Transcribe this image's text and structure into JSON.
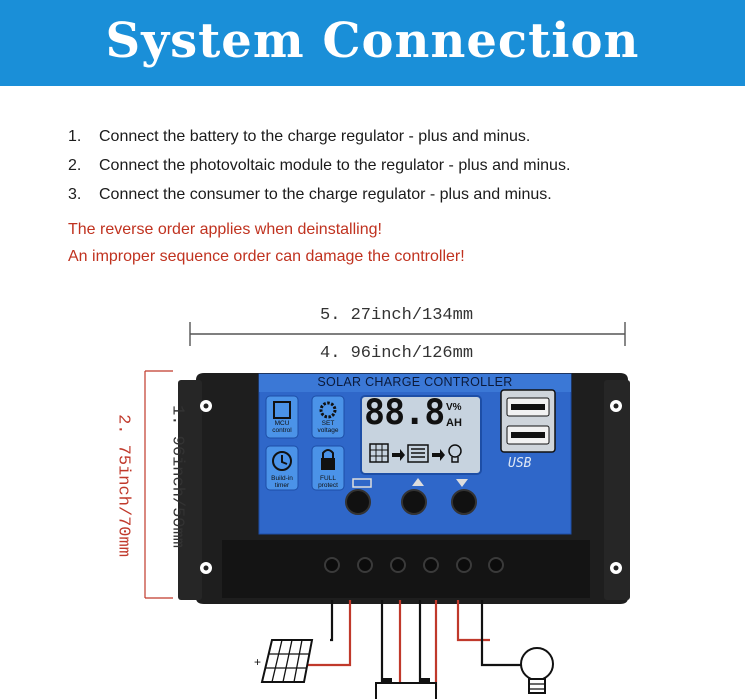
{
  "header": {
    "title": "System Connection",
    "bg_color": "#1a8fd8"
  },
  "steps": [
    {
      "num": "1.",
      "text": "Connect the battery to the charge regulator - plus and minus."
    },
    {
      "num": "2.",
      "text": "Connect the photovoltaic module to the regulator - plus and minus."
    },
    {
      "num": "3.",
      "text": "Connect the consumer to the charge regulator - plus and minus."
    }
  ],
  "warnings": [
    "The reverse order applies when deinstalling!",
    "An improper sequence order can damage the controller!"
  ],
  "dimensions": {
    "outer_width": "5. 27inch/134mm",
    "inner_width": "4. 96inch/126mm",
    "outer_height": "2. 75inch/70mm",
    "inner_height": "1. 96inch/50mm"
  },
  "controller": {
    "panel_title": "SOLAR CHARGE CONTROLLER",
    "lcd_digits": "88.8",
    "lcd_unit_top": "V%",
    "lcd_unit_bottom": "AH",
    "mcu_label_1": "MCU",
    "mcu_label_2": "control",
    "set_label_1": "SET",
    "set_label_2": "voltage",
    "timer_label_1": "Build-in",
    "timer_label_2": "timer",
    "protect_label_1": "FULL",
    "protect_label_2": "protect",
    "usb_label": "USB"
  },
  "colors": {
    "warning_red": "#c0321f",
    "panel_blue": "#2f67c9",
    "wire_red": "#c0392b"
  }
}
